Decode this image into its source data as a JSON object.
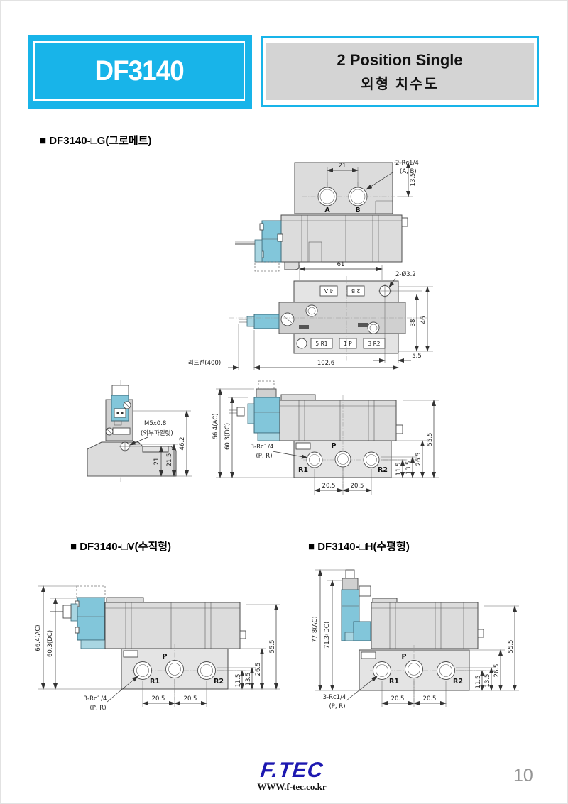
{
  "header": {
    "model": "DF3140",
    "title_line1": "2 Position Single",
    "title_line2": "외형 치수도"
  },
  "sections": {
    "grommet": "■ DF3140-□G(그로메트)",
    "vertical": "■ DF3140-□V(수직형)",
    "horizontal": "■ DF3140-□H(수평형)"
  },
  "g": {
    "top": {
      "pitch": "21",
      "thread": "2-Rc1/4",
      "thread_sub": "(A, B)",
      "depth": "13.5",
      "port_a": "A",
      "port_b": "B"
    },
    "plan": {
      "width": "61",
      "hole": "2-Ø3.2",
      "box_4a": "4 A",
      "box_2b": "2 B",
      "box_5r1": "5 R1",
      "box_1p": "1 P",
      "box_3r2": "3 R2",
      "d38": "38",
      "d46": "46",
      "d55": "5.5",
      "length": "102.6",
      "lead": "리드선(400)"
    },
    "end": {
      "pilot": "M5x0.8",
      "pilot_sub": "(외부파일럿)",
      "d21": "21",
      "d215": "21.5",
      "d462": "46.2"
    },
    "side": {
      "ac": "66.4(AC)",
      "dc": "60.3(DC)",
      "thread": "3-Rc1/4",
      "thread_sub": "(P, R)",
      "p": "P",
      "r1": "R1",
      "r2": "R2",
      "w1": "20.5",
      "w2": "20.5",
      "d115": "11.5",
      "d135": "13.5",
      "d265": "26.5",
      "d555": "55.5"
    }
  },
  "v": {
    "ac": "66.4(AC)",
    "dc": "60.3(DC)",
    "thread": "3-Rc1/4",
    "thread_sub": "(P, R)",
    "p": "P",
    "r1": "R1",
    "r2": "R2",
    "w1": "20.5",
    "w2": "20.5",
    "d115": "11.5",
    "d135": "13.5",
    "d265": "26.5",
    "d555": "55.5"
  },
  "h": {
    "ac": "77.8(AC)",
    "dc": "71.3(DC)",
    "thread": "3-Rc1/4",
    "thread_sub": "(P, R)",
    "p": "P",
    "r1": "R1",
    "r2": "R2",
    "w1": "20.5",
    "w2": "20.5",
    "d115": "11.5",
    "d135": "13.5",
    "d265": "26.5",
    "d555": "55.5"
  },
  "footer": {
    "logo": "F.TEC",
    "url": "WWW.f-tec.co.kr",
    "page": "10"
  },
  "colors": {
    "accent": "#18b4e9",
    "solenoid": "#82c6da",
    "body_gray": "#dcdcdc"
  }
}
